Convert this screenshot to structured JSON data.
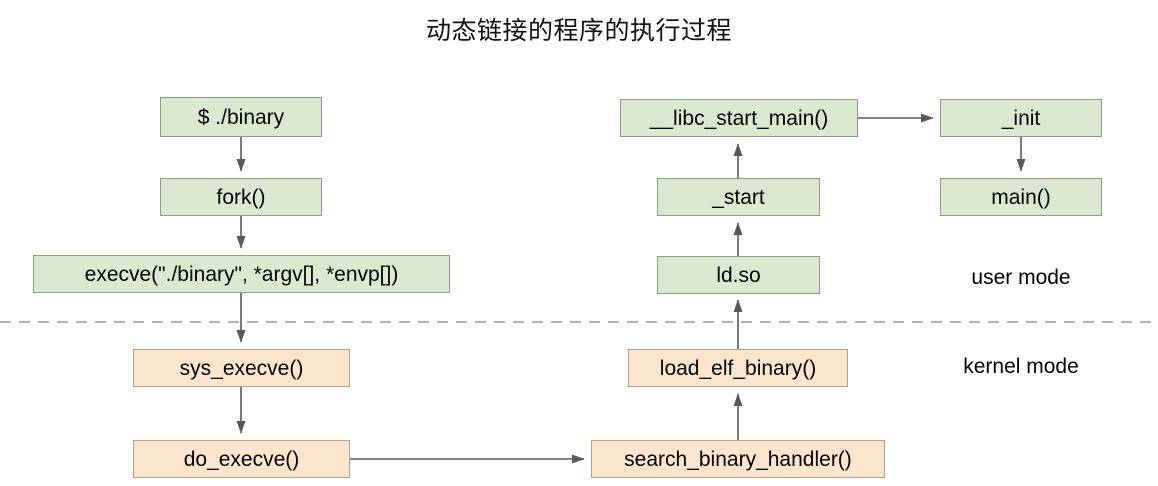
{
  "title": "动态链接的程序的执行过程",
  "colors": {
    "user_fill": "#dce9d0",
    "user_stroke": "#8f9a86",
    "kernel_fill": "#fce5cd",
    "kernel_stroke": "#b79e86",
    "arrow": "#595959",
    "divider": "#999999",
    "background": "#ffffff"
  },
  "mode_labels": {
    "user": "user mode",
    "kernel": "kernel mode"
  },
  "nodes": {
    "shell_command": "$ ./binary",
    "fork": "fork()",
    "execve": "execve(\"./binary\", *argv[], *envp[])",
    "sys_execve": "sys_execve()",
    "do_execve": "do_execve()",
    "search_binary_handler": "search_binary_handler()",
    "load_elf_binary": "load_elf_binary()",
    "ld_so": "ld.so",
    "start": "_start",
    "libc_start_main": "__libc_start_main()",
    "init": "_init",
    "main": "main()"
  }
}
